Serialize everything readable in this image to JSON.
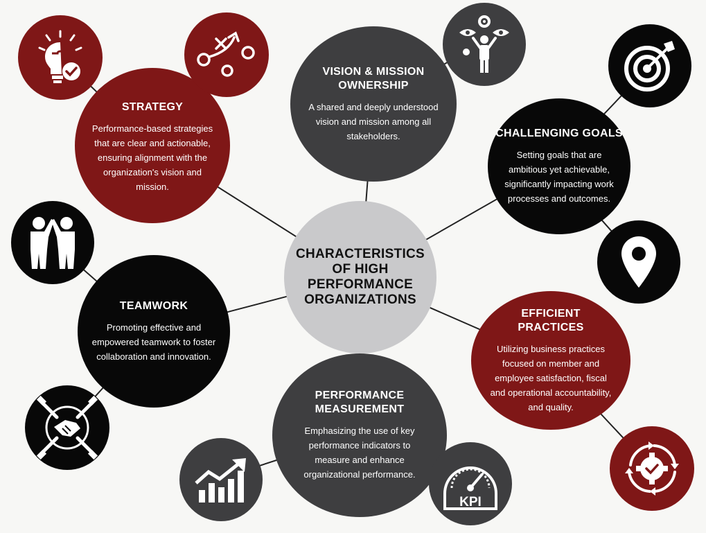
{
  "center": {
    "title": "CHARACTERISTICS\nOF HIGH\nPERFORMANCE\nORGANIZATIONS"
  },
  "strategy": {
    "title": "STRATEGY",
    "description": "Performance-based strategies\nthat are clear and actionable,\nensuring alignment with the\norganization's vision and\nmission."
  },
  "vision": {
    "title": "VISION & MISSION\nOWNERSHIP",
    "description": "A shared and deeply understood\nvision and mission among all\nstakeholders."
  },
  "goals": {
    "title": "CHALLENGING GOALS",
    "description": "Setting goals that are\nambitious yet achievable,\nsignificantly impacting work\nprocesses and outcomes."
  },
  "teamwork": {
    "title": "TEAMWORK",
    "description": "Promoting effective and\nempowered teamwork to foster\ncollaboration and innovation."
  },
  "practices": {
    "title": "EFFICIENT\nPRACTICES",
    "description": "Utilizing business practices\nfocused on member and\nemployee satisfaction, fiscal\nand operational accountability,\nand quality."
  },
  "measurement": {
    "title": "PERFORMANCE\nMEASUREMENT",
    "description": "Emphasizing the use of key\nperformance indicators to\nmeasure and enhance\norganizational performance."
  },
  "kpi_label": "KPI",
  "colors": {
    "red": "#7f1717",
    "black": "#080808",
    "gray": "#3e3e40",
    "center": "#c9c9cb"
  }
}
